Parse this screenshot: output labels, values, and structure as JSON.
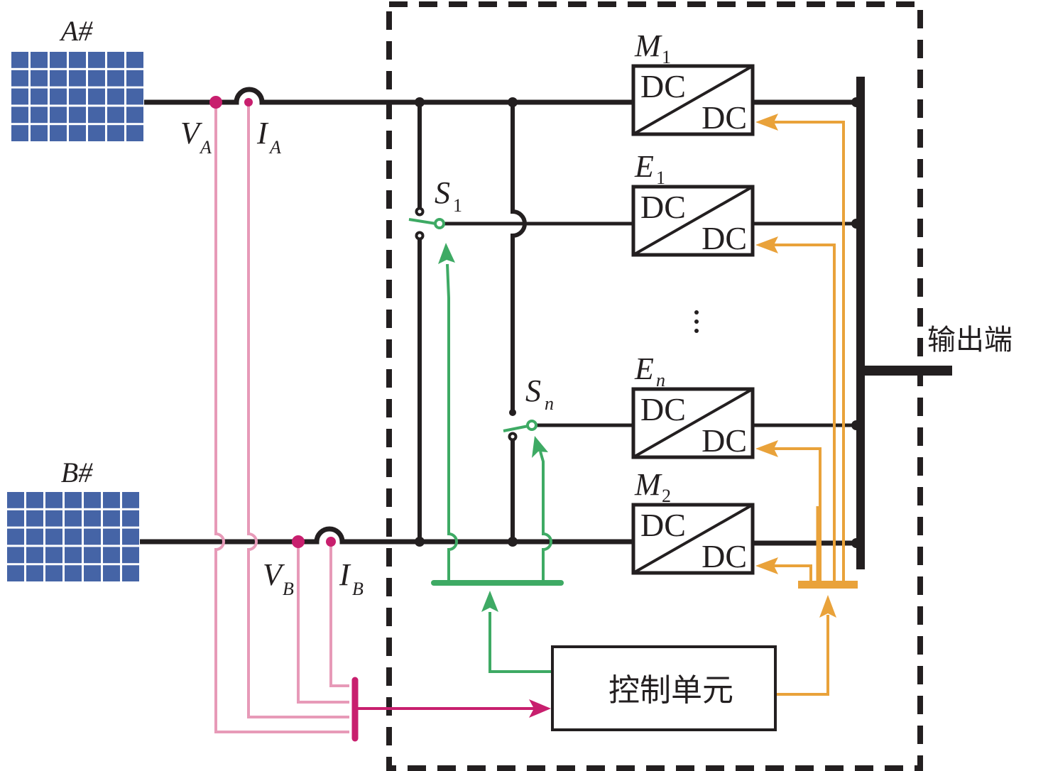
{
  "diagram": {
    "colors": {
      "wire": "#231f20",
      "pv_panel": "#4564a6",
      "sense_pink": "#e79ab8",
      "sense_magenta": "#c81f6e",
      "switch_green": "#3eaa64",
      "control_orange": "#e9a23a"
    },
    "pv_arrays": [
      {
        "id": "A",
        "label": "A#"
      },
      {
        "id": "B",
        "label": "B#"
      }
    ],
    "sensors": [
      {
        "id": "VA",
        "main": "V",
        "sub": "A"
      },
      {
        "id": "IA",
        "main": "I",
        "sub": "A"
      },
      {
        "id": "VB",
        "main": "V",
        "sub": "B"
      },
      {
        "id": "IB",
        "main": "I",
        "sub": "B"
      }
    ],
    "switches": [
      {
        "id": "S1",
        "main": "S",
        "sub": "1"
      },
      {
        "id": "Sn",
        "main": "S",
        "sub": "n"
      }
    ],
    "converters": [
      {
        "id": "M1",
        "main": "M",
        "sub": "1",
        "top": "DC",
        "bottom": "DC"
      },
      {
        "id": "E1",
        "main": "E",
        "sub": "1",
        "top": "DC",
        "bottom": "DC"
      },
      {
        "id": "En",
        "main": "E",
        "sub": "n",
        "top": "DC",
        "bottom": "DC"
      },
      {
        "id": "M2",
        "main": "M",
        "sub": "2",
        "top": "DC",
        "bottom": "DC"
      }
    ],
    "ellipsis": "⋮",
    "output_label": "输出端",
    "control_unit_label": "控制单元"
  }
}
